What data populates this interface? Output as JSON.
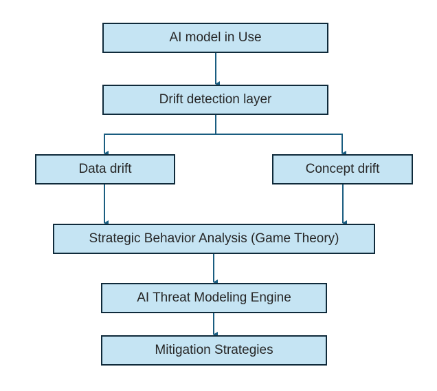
{
  "diagram": {
    "type": "flowchart",
    "colors": {
      "box_fill": "#c5e4f3",
      "box_border": "#0f2a3a",
      "connector": "#1a5d80",
      "text": "#262626"
    },
    "nodes": [
      {
        "id": "model",
        "label": "AI model in Use"
      },
      {
        "id": "drift",
        "label": "Drift detection layer"
      },
      {
        "id": "data",
        "label": "Data drift"
      },
      {
        "id": "concept",
        "label": "Concept drift"
      },
      {
        "id": "strategy",
        "label": "Strategic Behavior Analysis (Game Theory)"
      },
      {
        "id": "threat",
        "label": "AI Threat Modeling Engine"
      },
      {
        "id": "mitig",
        "label": "Mitigation Strategies"
      }
    ],
    "edges": [
      {
        "from": "model",
        "to": "drift"
      },
      {
        "from": "drift",
        "to": "data"
      },
      {
        "from": "drift",
        "to": "concept"
      },
      {
        "from": "data",
        "to": "strategy"
      },
      {
        "from": "concept",
        "to": "strategy"
      },
      {
        "from": "strategy",
        "to": "threat"
      },
      {
        "from": "threat",
        "to": "mitig"
      }
    ]
  }
}
